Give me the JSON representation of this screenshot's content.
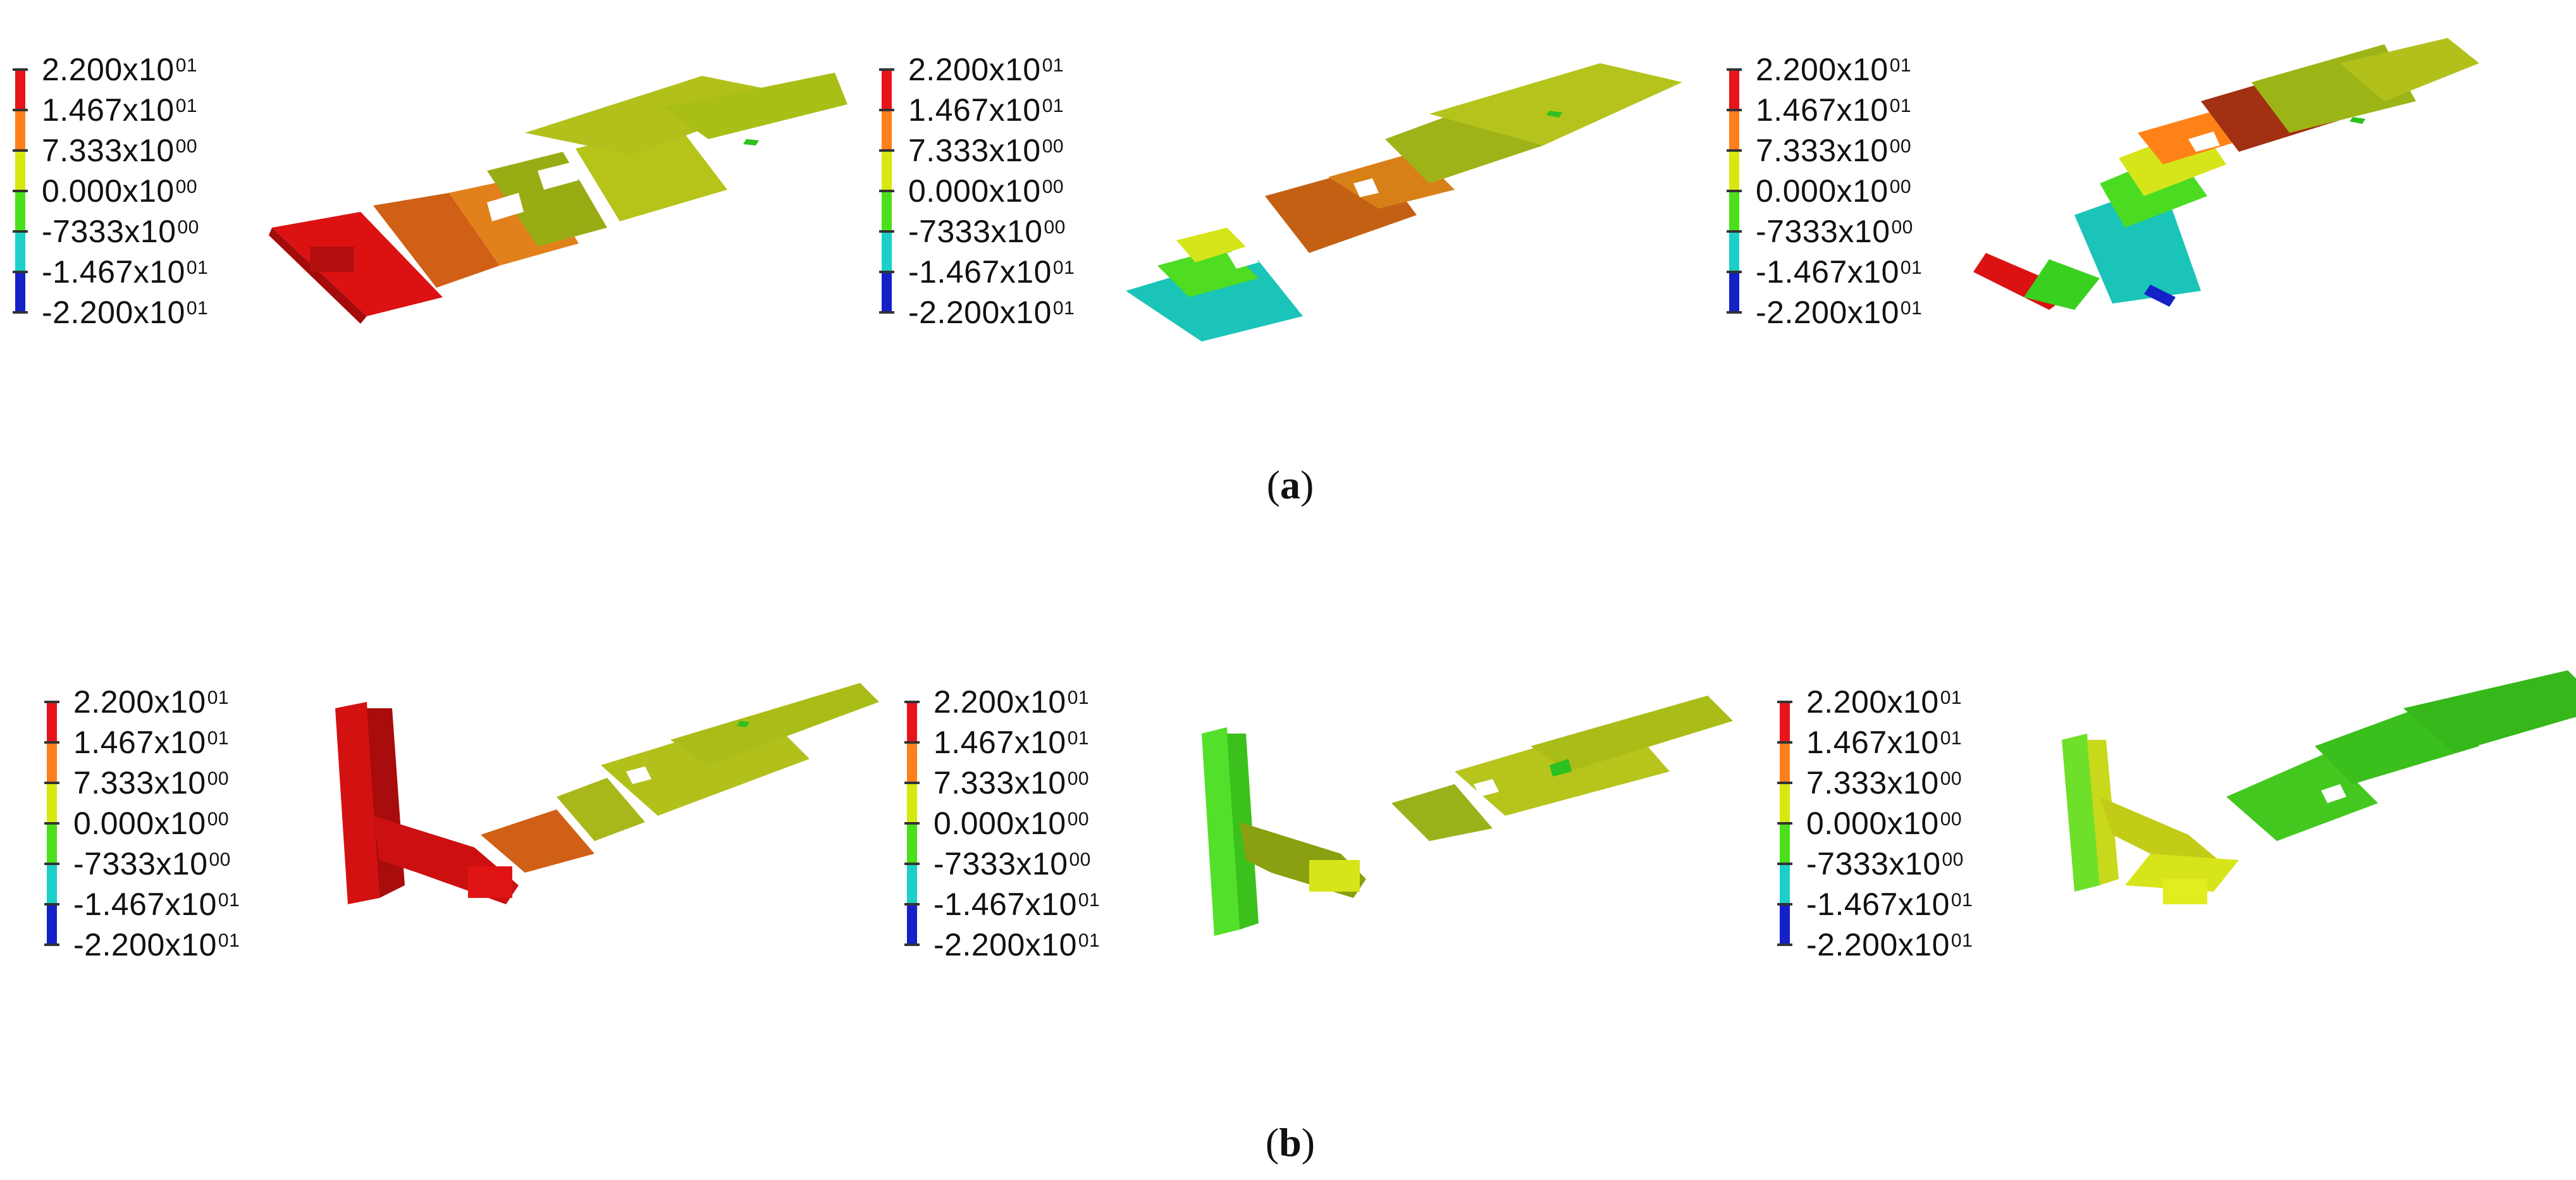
{
  "legend": {
    "labels": [
      "2.200x10",
      "1.467x10",
      "7.333x10",
      "0.000x10",
      "-7333x10",
      "-1.467x10",
      "-2.200x10"
    ],
    "exponents": [
      "01",
      "01",
      "00",
      "00",
      "00",
      "01",
      "01"
    ],
    "colors": [
      "#e8141a",
      "#ff7f1a",
      "#d7e80f",
      "#4be01a",
      "#1ad0c8",
      "#1420c8"
    ]
  },
  "captions": {
    "a": "a",
    "b": "b"
  },
  "panels_a": [
    "panel-a1",
    "panel-a2",
    "panel-a3"
  ],
  "panels_b": [
    "panel-b1",
    "panel-b2",
    "panel-b3"
  ]
}
